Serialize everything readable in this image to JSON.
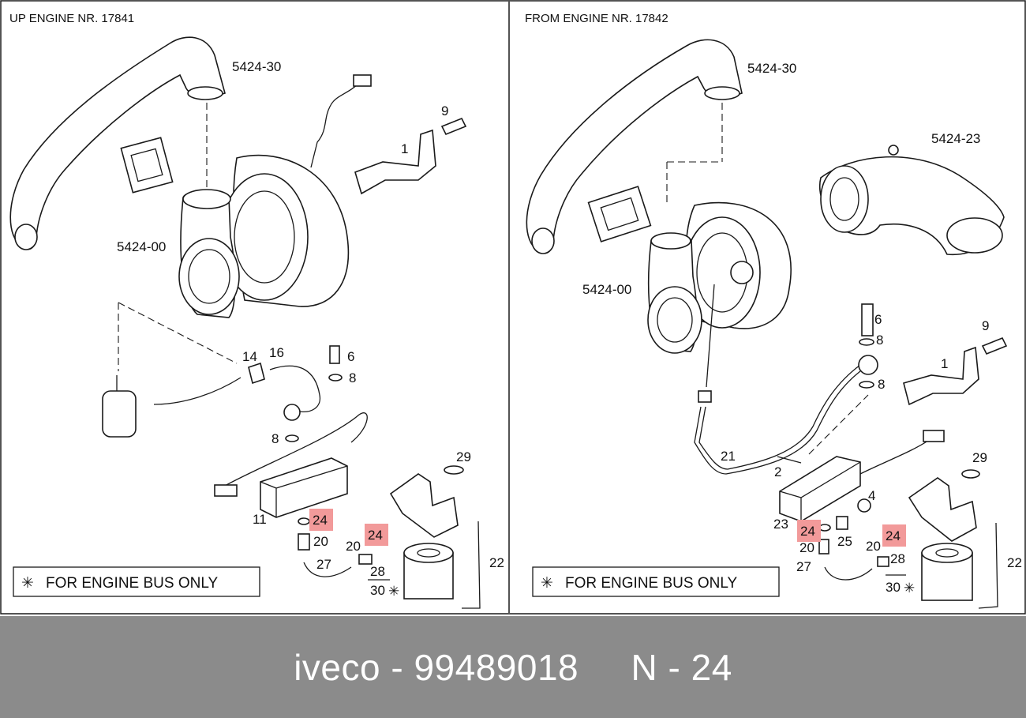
{
  "left_panel": {
    "title": "UP ENGINE NR. 17841",
    "note": "FOR ENGINE BUS ONLY",
    "labels": [
      "5424-30",
      "9",
      "1",
      "5424-00",
      "14",
      "16",
      "6",
      "8",
      "8",
      "11",
      "24",
      "20",
      "27",
      "20",
      "24",
      "28",
      "30",
      "29",
      "22"
    ]
  },
  "right_panel": {
    "title": "FROM ENGINE NR. 17842",
    "note": "FOR ENGINE BUS ONLY",
    "labels": [
      "5424-30",
      "5424-23",
      "5424-00",
      "6",
      "8",
      "9",
      "1",
      "8",
      "21",
      "2",
      "4",
      "23",
      "24",
      "25",
      "20",
      "27",
      "20",
      "24",
      "28",
      "30",
      "29",
      "22"
    ]
  },
  "highlight_color": "#f29a9a",
  "footer": {
    "brand": "iveco",
    "part_number": "99489018",
    "position": "N - 24",
    "text": "iveco - 99489018     N - 24"
  }
}
